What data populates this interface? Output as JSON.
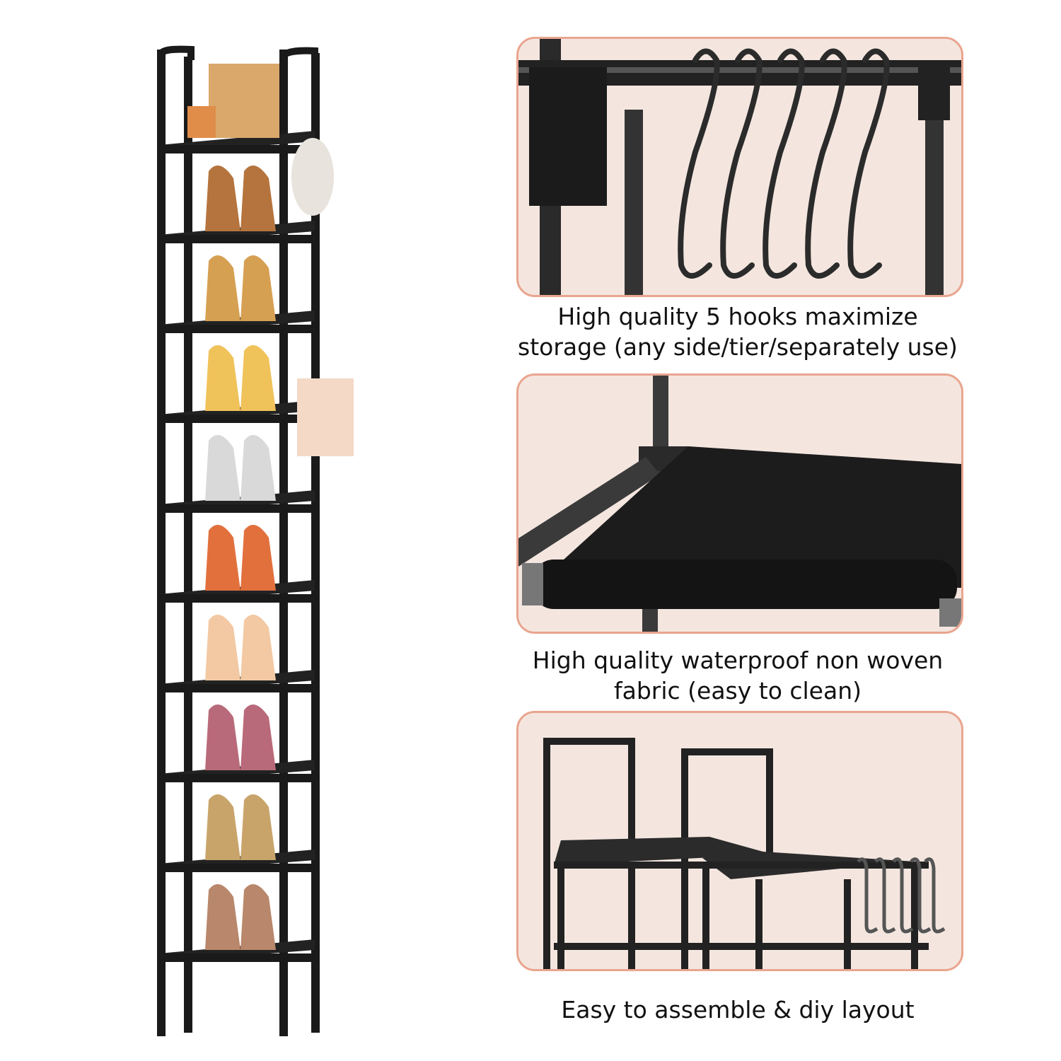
{
  "product": {
    "shelf_tiers": 10,
    "hook_count": 5
  },
  "features": [
    {
      "caption_line1": "High quality 5 hooks maximize",
      "caption_line2": "storage (any side/tier/separately use)"
    },
    {
      "caption_line1": "High quality waterproof non woven",
      "caption_line2": "fabric (easy to clean)"
    },
    {
      "caption_line1": "Easy to assemble & diy layout"
    }
  ],
  "colors": {
    "panel_border": "#e9a58f",
    "panel_background": "#f4e6df",
    "frame": "#1a1a1a"
  }
}
